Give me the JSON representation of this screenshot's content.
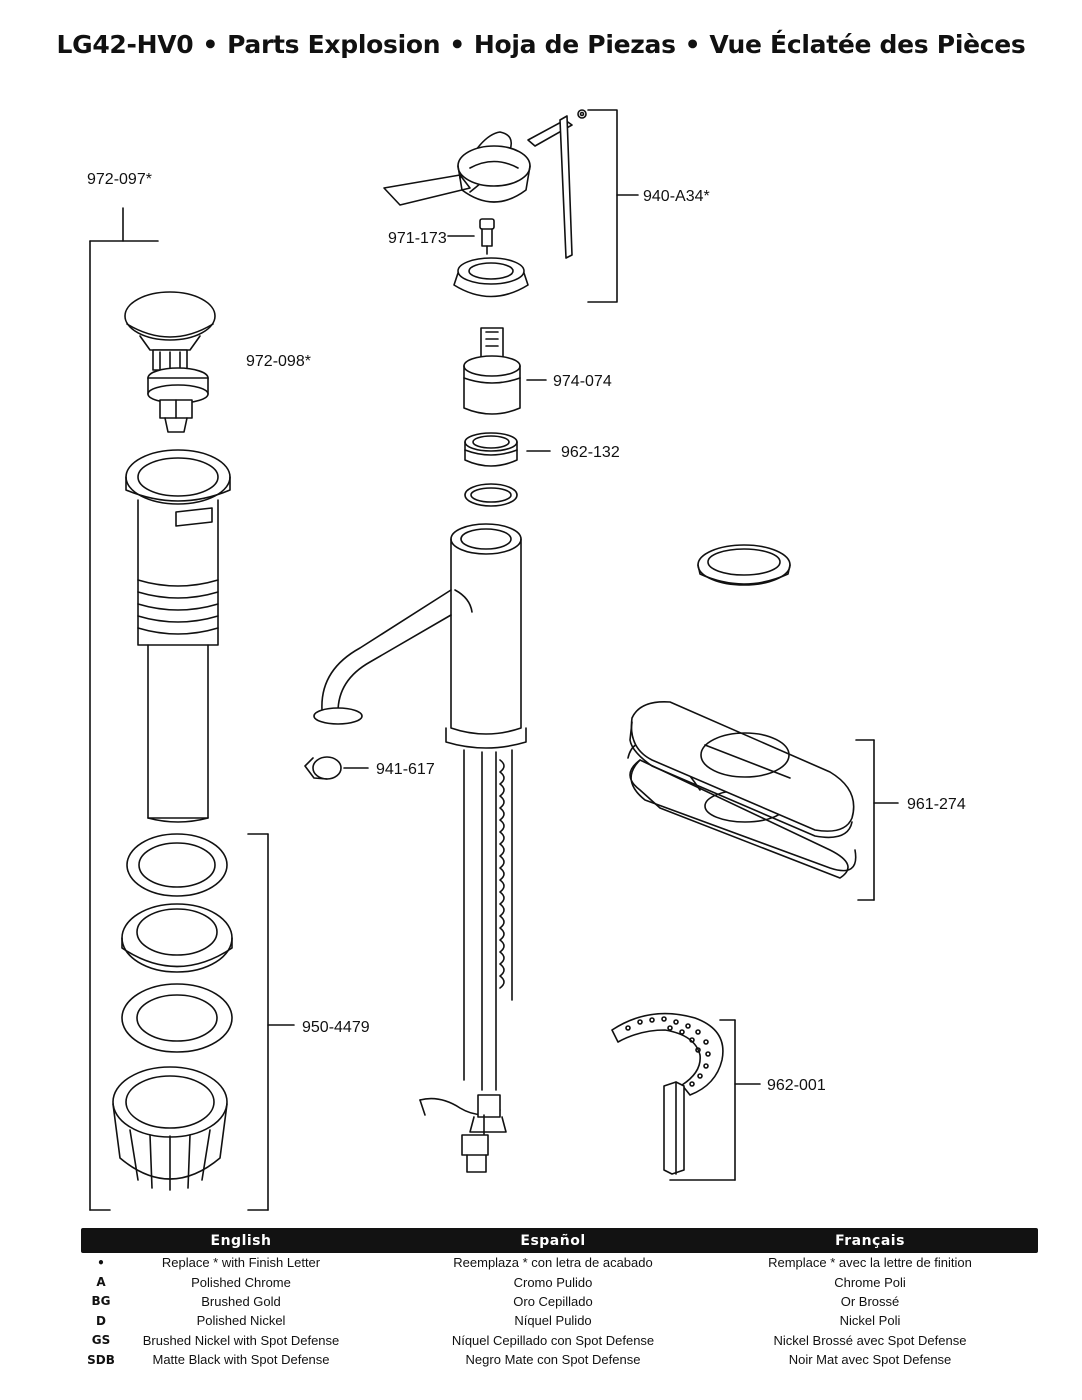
{
  "title": {
    "model": "LG42-HV0",
    "english": "Parts Explosion",
    "spanish": "Hoja de Piezas",
    "french": "Vue Éclatée des Pièces",
    "separator": "•"
  },
  "part_labels": {
    "p972_097": "972-097*",
    "p972_098": "972-098*",
    "p950_4479": "950-4479",
    "p940_A34": "940-A34*",
    "p971_173": "971-173",
    "p974_074": "974-074",
    "p962_132": "962-132",
    "p941_617": "941-617",
    "p961_274": "961-274",
    "p962_001": "962-001"
  },
  "legend": {
    "headers": {
      "english": "English",
      "spanish": "Español",
      "french": "Français"
    },
    "rows": [
      {
        "code": "•",
        "english": "Replace * with Finish Letter",
        "spanish": "Reemplaza * con letra de acabado",
        "french": "Remplace * avec la lettre de finition"
      },
      {
        "code": "A",
        "english": "Polished Chrome",
        "spanish": "Cromo Pulido",
        "french": "Chrome Poli"
      },
      {
        "code": "BG",
        "english": "Brushed Gold",
        "spanish": "Oro Cepillado",
        "french": "Or Brossé"
      },
      {
        "code": "D",
        "english": "Polished Nickel",
        "spanish": "Níquel Pulido",
        "french": "Nickel Poli"
      },
      {
        "code": "GS",
        "english": "Brushed Nickel with Spot Defense",
        "spanish": "Níquel Cepillado con Spot Defense",
        "french": "Nickel Brossé avec Spot Defense"
      },
      {
        "code": "SDB",
        "english": "Matte Black with Spot Defense",
        "spanish": "Negro Mate con Spot Defense",
        "french": "Noir Mat avec Spot Defense"
      }
    ]
  }
}
